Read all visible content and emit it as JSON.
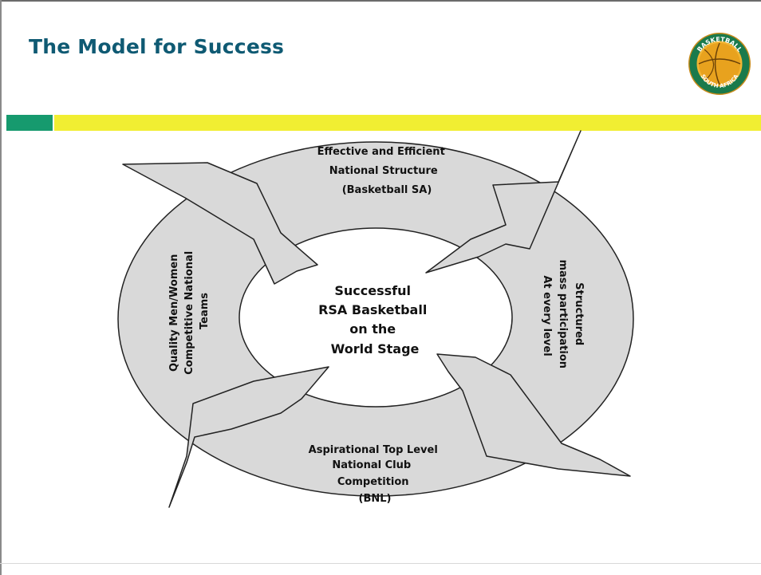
{
  "slide": {
    "title": "The Model for Success"
  },
  "logo": {
    "top_text": "BASKETBALL",
    "bottom_text": "SOUTH AFRICA"
  },
  "colors": {
    "title": "#0f5a73",
    "green_bar": "#169a6e",
    "yellow_bar": "#f1ee32",
    "ring_fill": "#d9d9d9",
    "logo_orange": "#e8a21e",
    "logo_ring": "#1a7a4c"
  },
  "diagram": {
    "center": {
      "lines": [
        "Successful",
        "RSA Basketball",
        "on the",
        "World Stage"
      ]
    },
    "top": {
      "lines": [
        "Effective and Efficient",
        "National Structure",
        "(Basketball SA)"
      ]
    },
    "right": {
      "lines": [
        "Structured",
        "mass participation",
        "At every level"
      ]
    },
    "bottom": {
      "lines": [
        "Aspirational Top Level",
        "National Club",
        "Competition",
        "(BNL)"
      ]
    },
    "left": {
      "lines": [
        "Quality Men/Women",
        "Competitive National",
        "Teams"
      ]
    }
  }
}
